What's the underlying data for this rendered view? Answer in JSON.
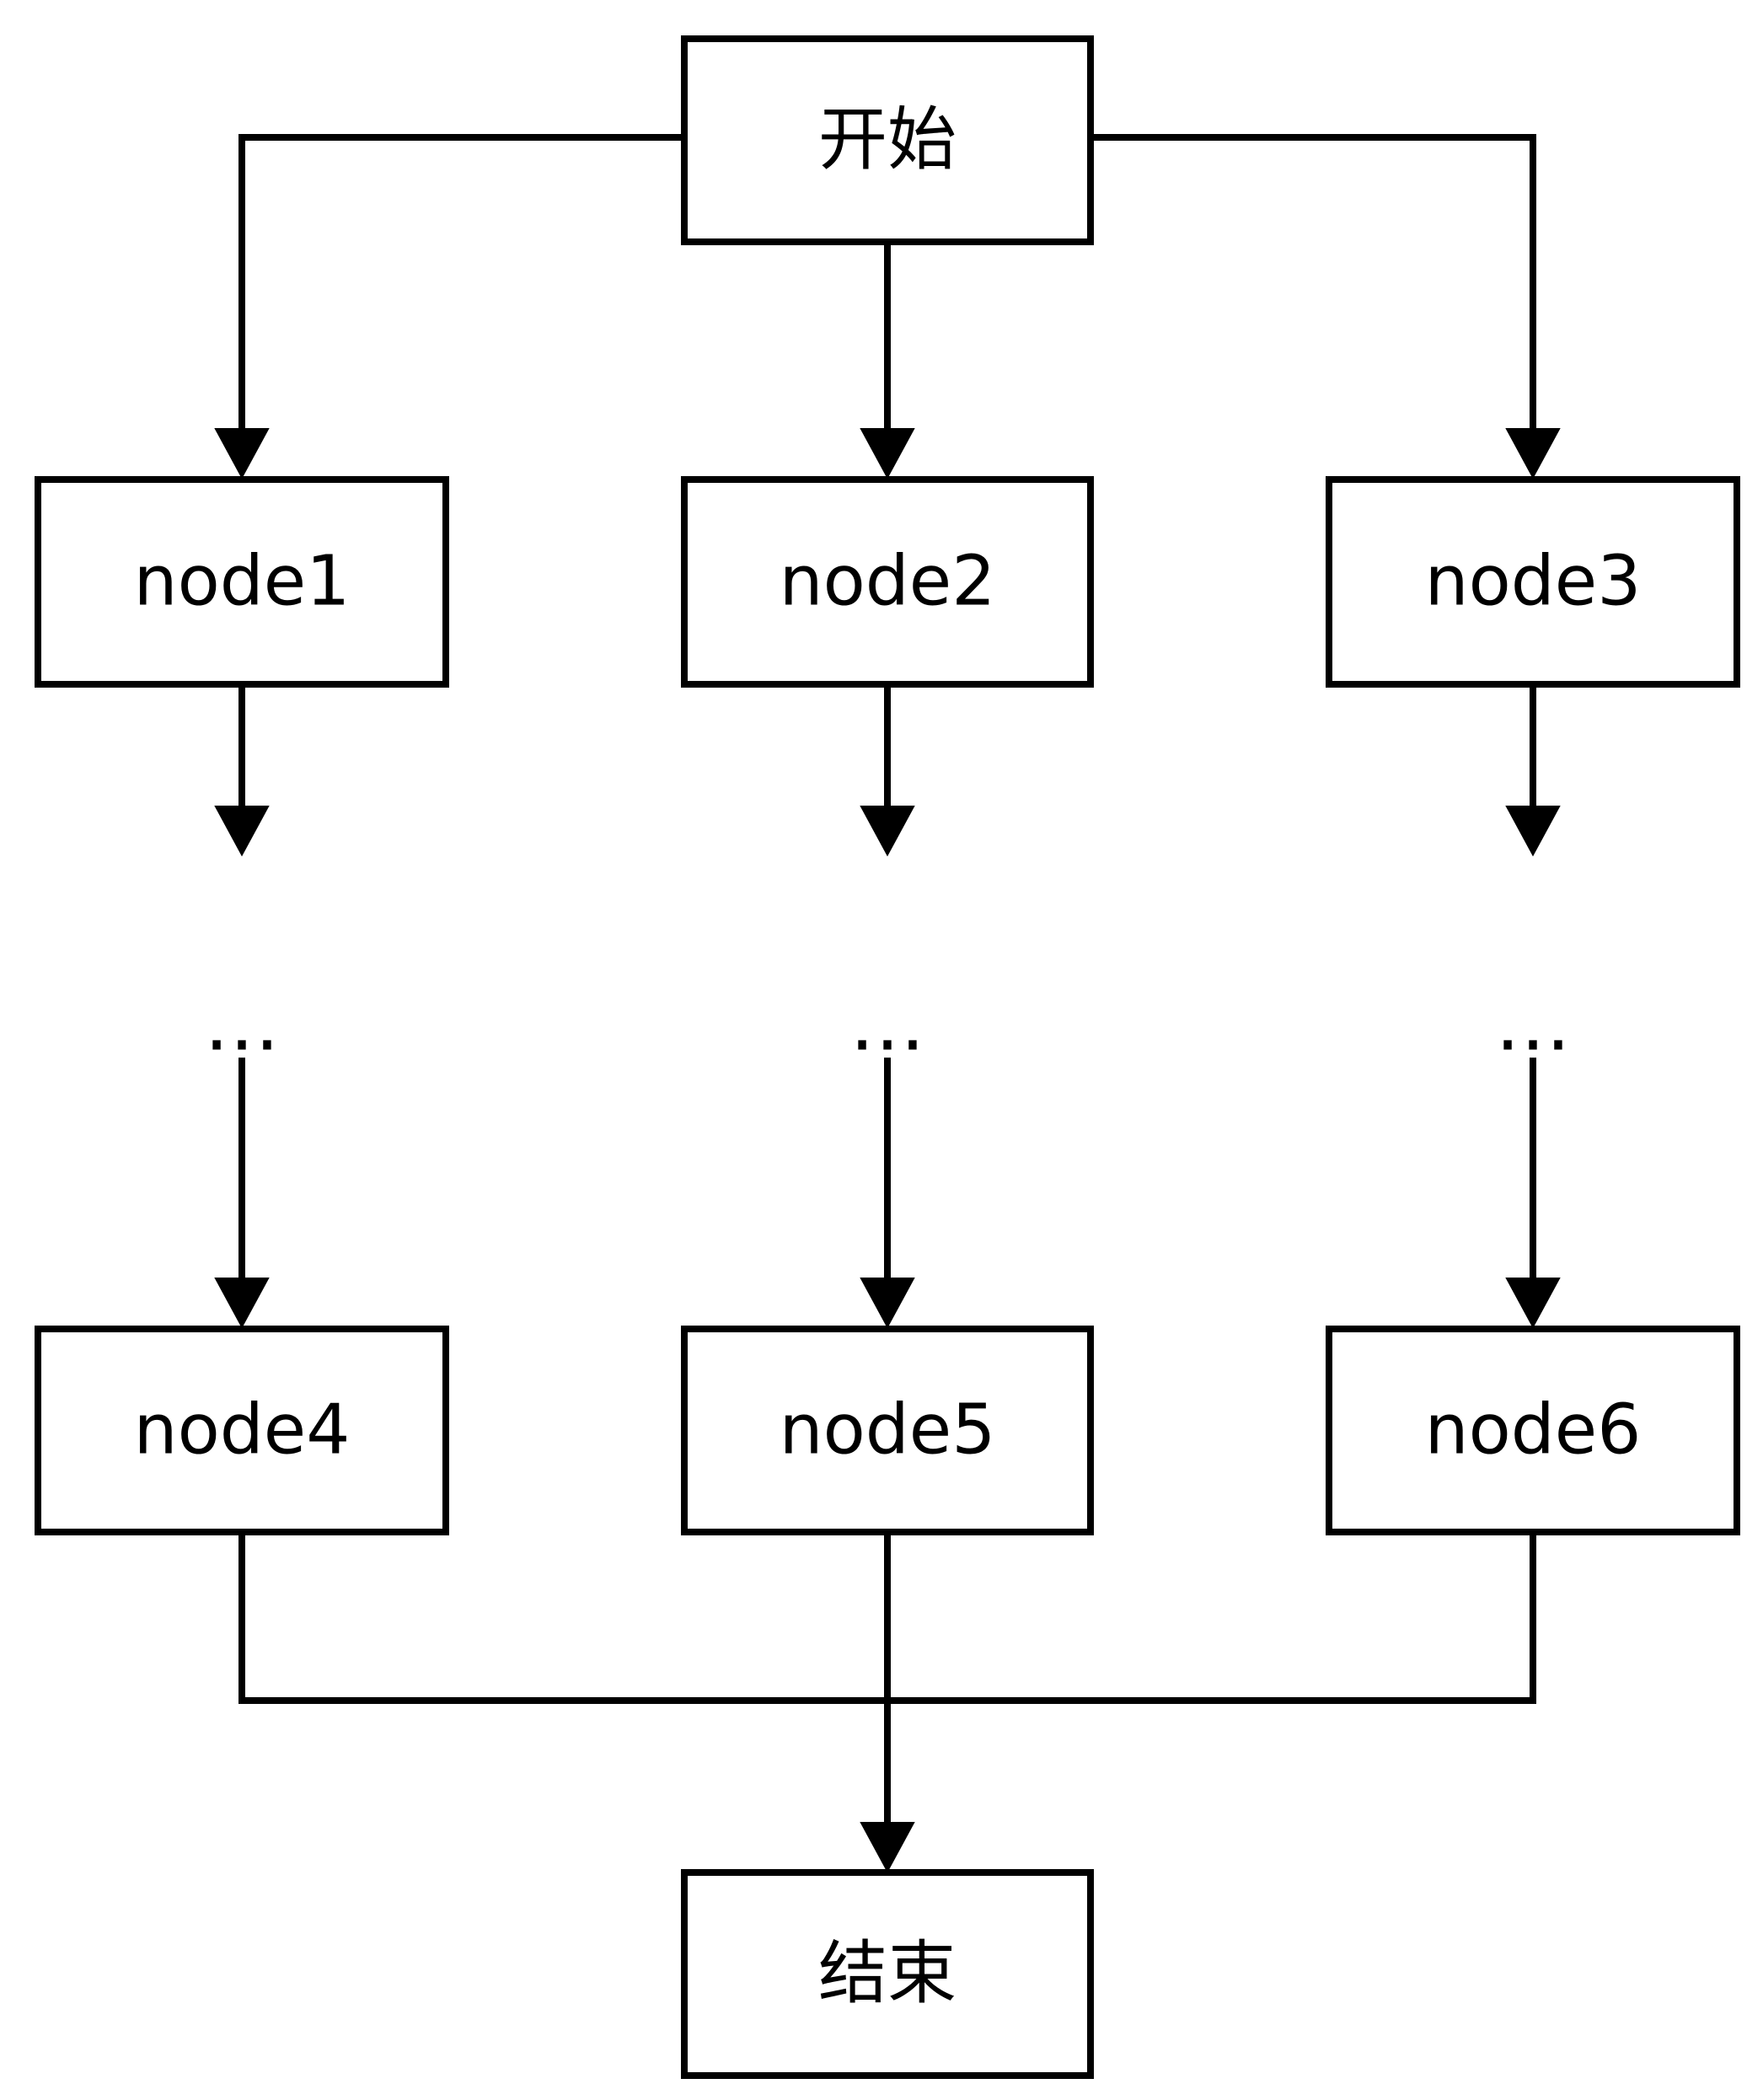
{
  "diagram": {
    "nodes": {
      "start": "开始",
      "node1": "node1",
      "node2": "node2",
      "node3": "node3",
      "node4": "node4",
      "node5": "node5",
      "node6": "node6",
      "end": "结束"
    },
    "ellipsis": {
      "left": "…",
      "middle": "…",
      "right": "…"
    },
    "colors": {
      "stroke": "#000000",
      "fill": "#ffffff"
    }
  }
}
